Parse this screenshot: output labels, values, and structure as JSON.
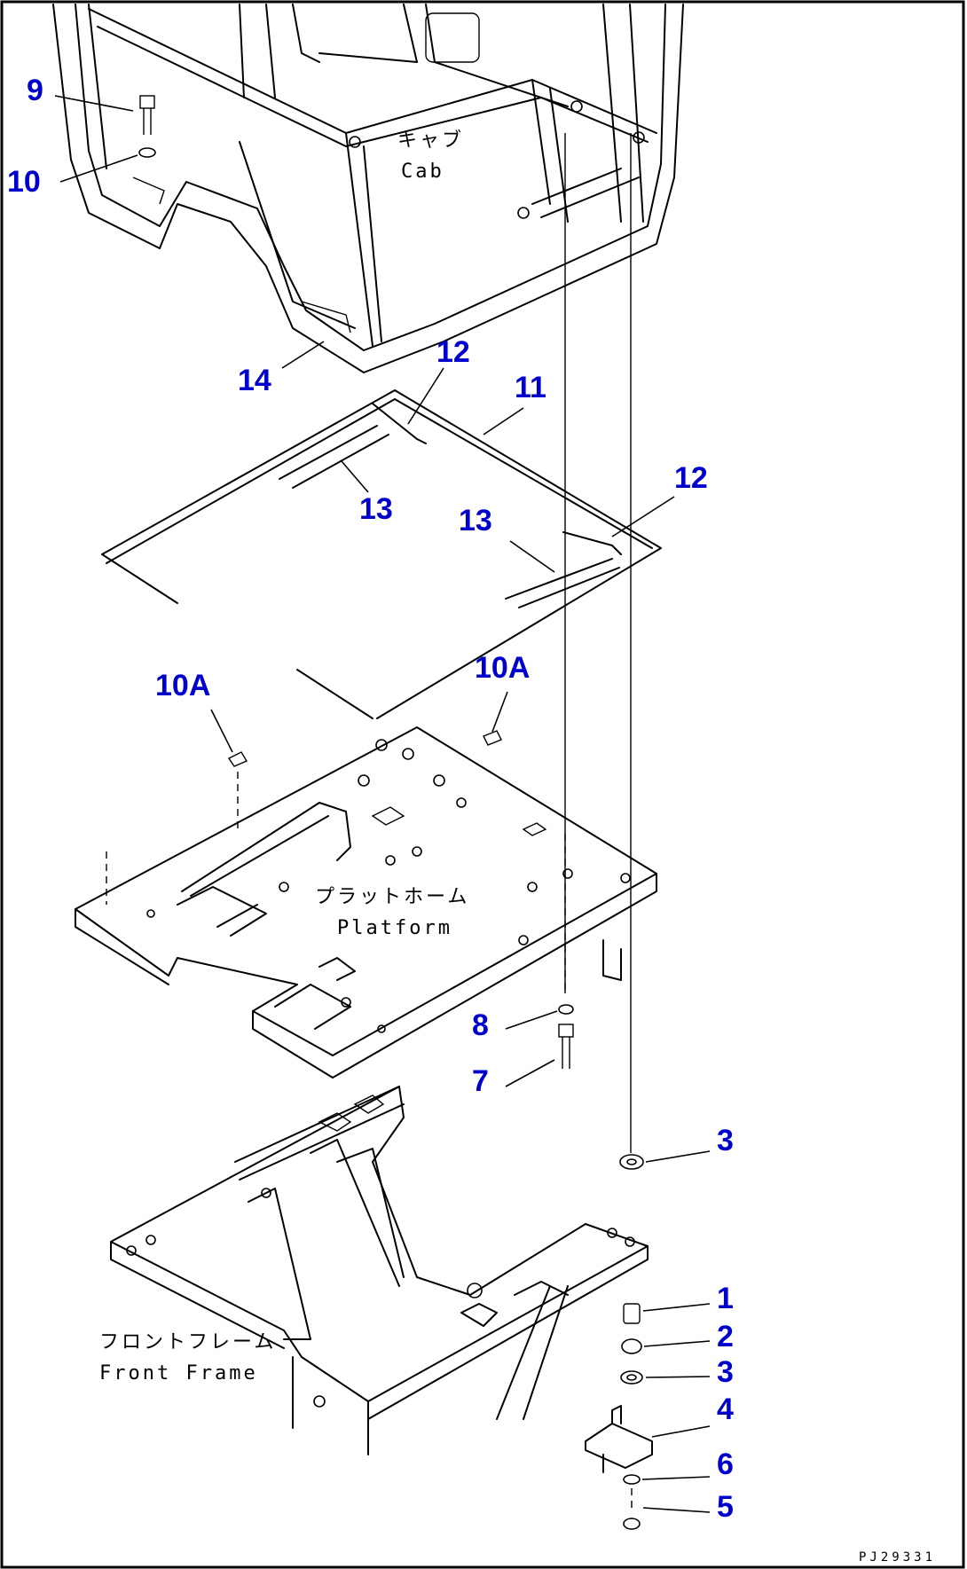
{
  "diagram": {
    "drawing_code": "PJ29331",
    "labels": {
      "cab_jp": "キャブ",
      "cab_en": "Cab",
      "platform_jp": "プラットホーム",
      "platform_en": "Platform",
      "front_frame_jp": "フロントフレーム",
      "front_frame_en": "Front Frame"
    },
    "callouts": {
      "c9": "9",
      "c10": "10",
      "c14": "14",
      "c12a": "12",
      "c11": "11",
      "c13a": "13",
      "c12b": "12",
      "c13b": "13",
      "c10a_left": "10A",
      "c10a_right": "10A",
      "c8": "8",
      "c7": "7",
      "c3a": "3",
      "c1": "1",
      "c2": "2",
      "c3b": "3",
      "c4": "4",
      "c6": "6",
      "c5": "5"
    }
  }
}
